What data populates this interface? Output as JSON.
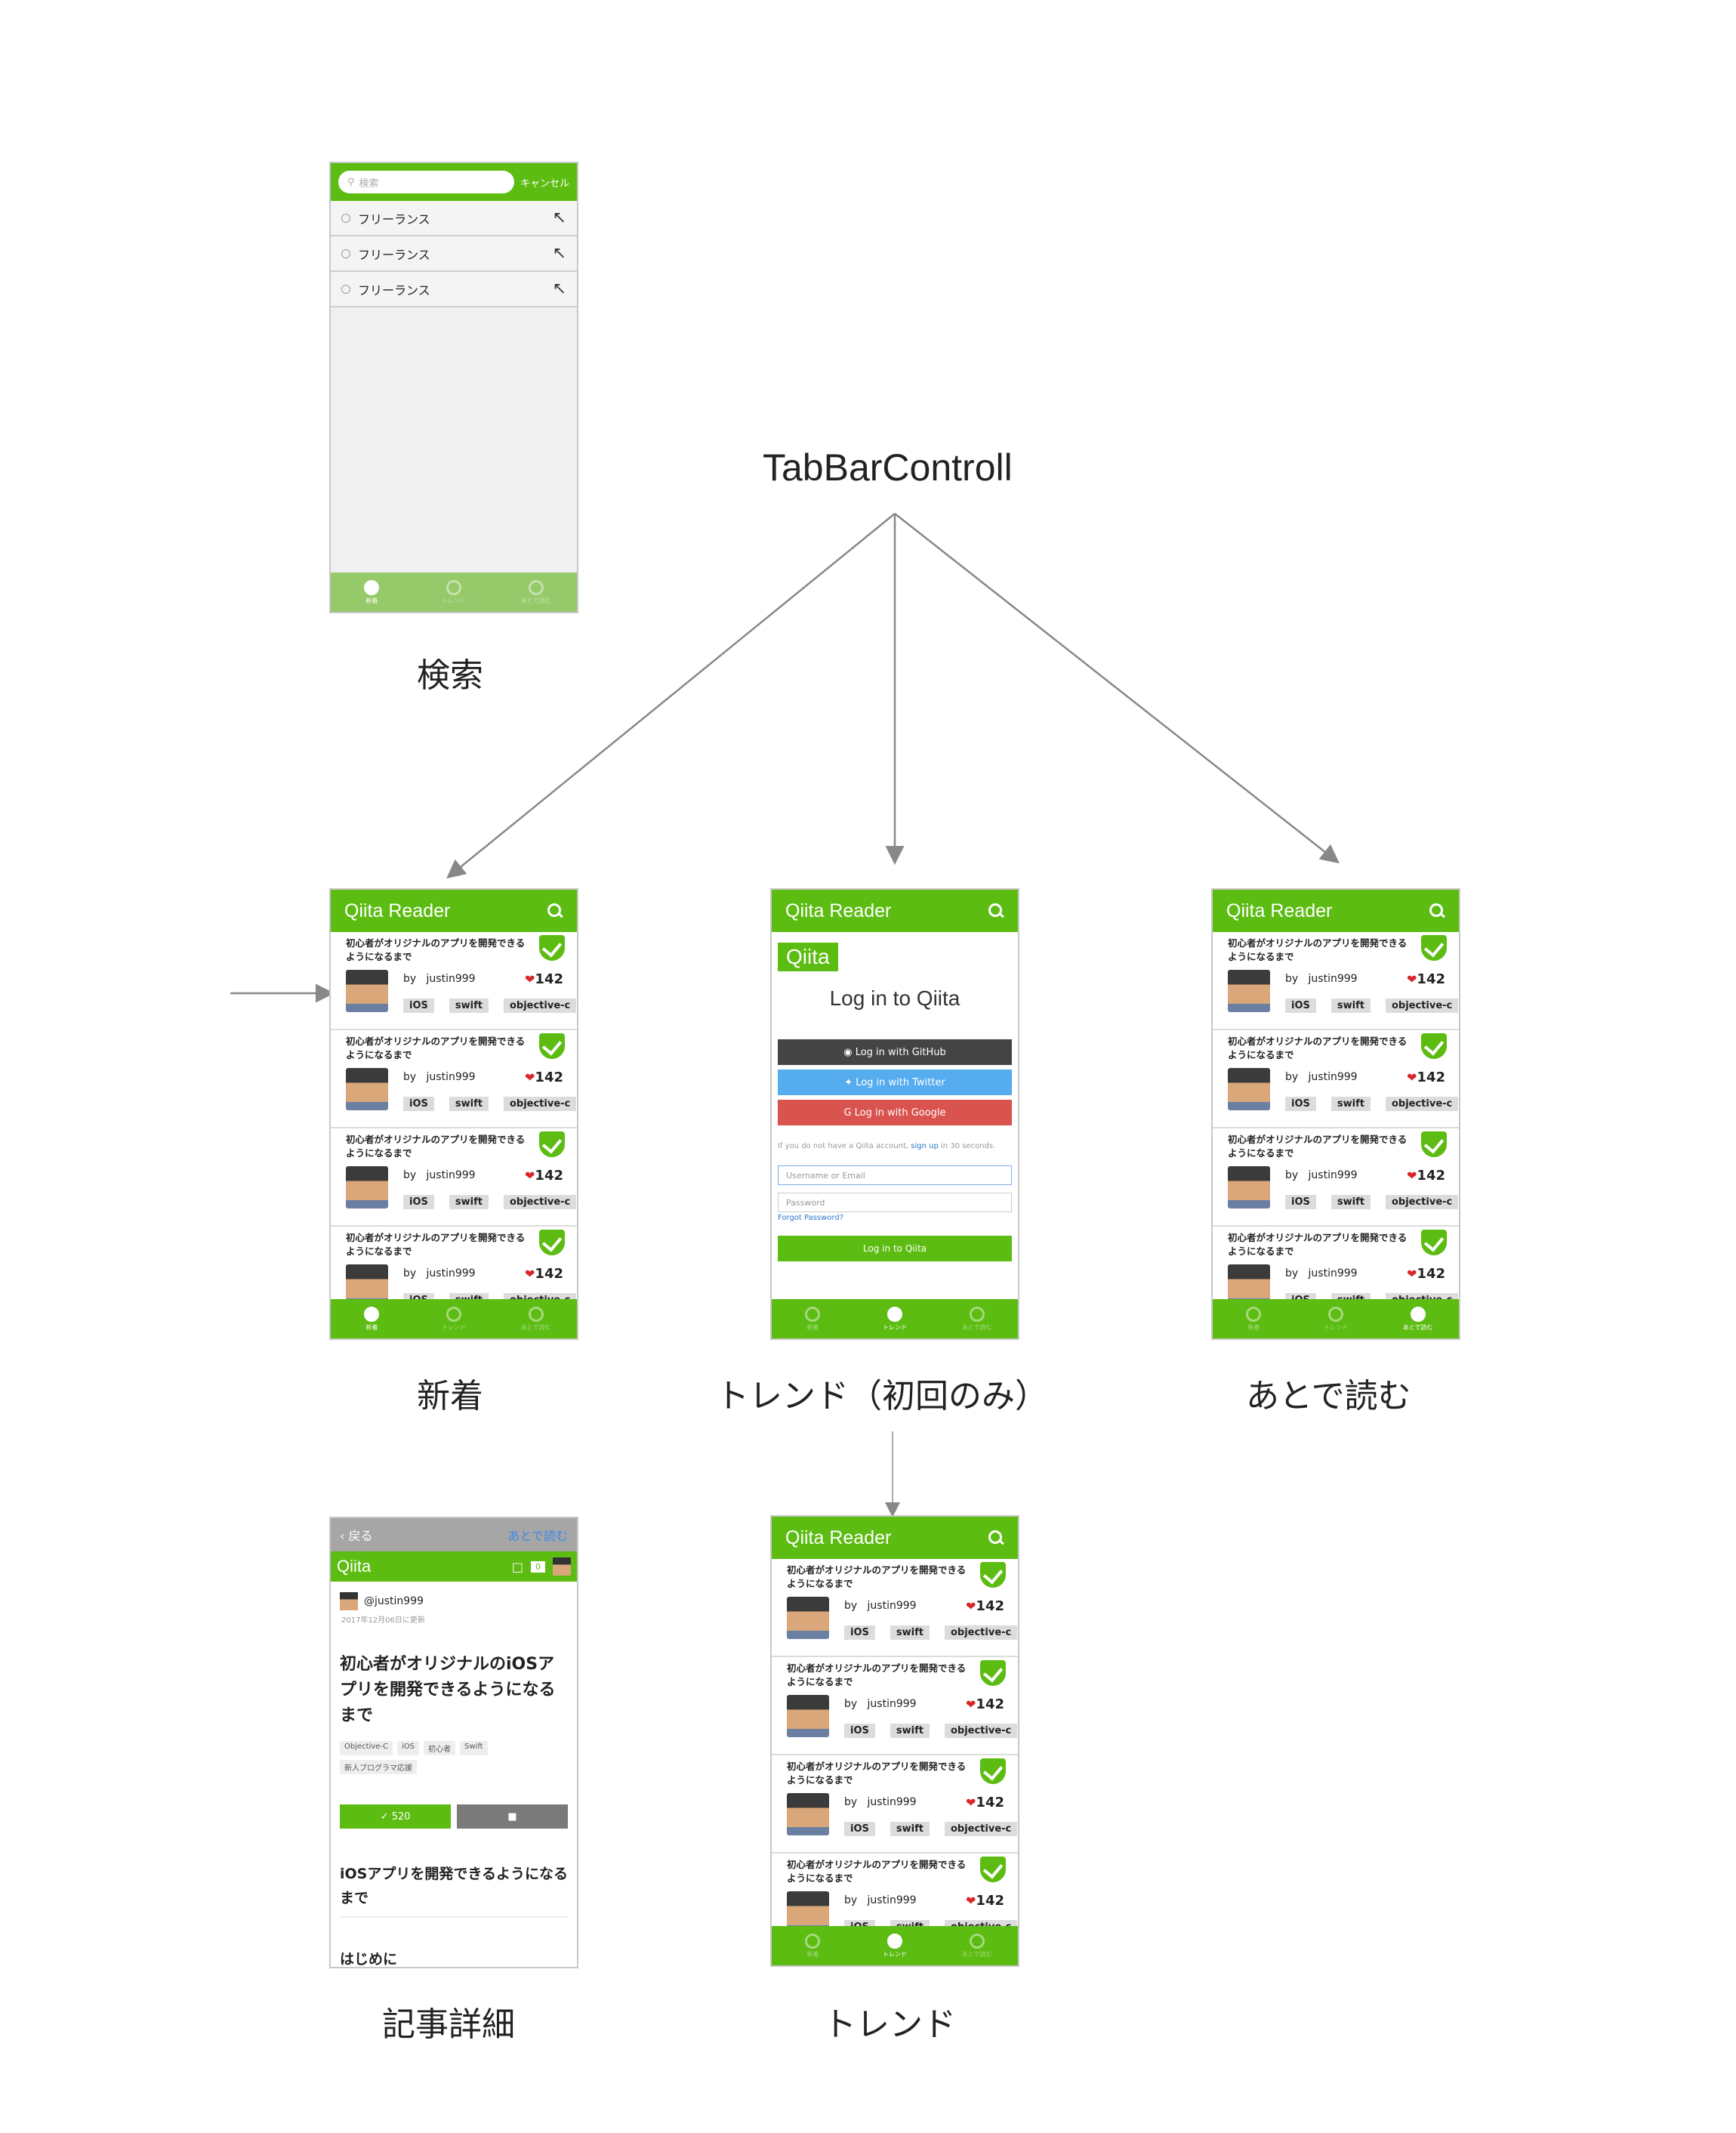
{
  "diagram": {
    "root_label": "TabBarControll",
    "captions": {
      "search": "検索",
      "new": "新着",
      "trend_first": "トレンド（初回のみ）",
      "read_later": "あとで読む",
      "article_detail": "記事詳細",
      "trend": "トレンド"
    }
  },
  "colors": {
    "qiita_green": "#5cbc12",
    "like_red": "#d8262b",
    "github": "#444444",
    "twitter": "#55acee",
    "google": "#d9534f",
    "link_blue": "#2a77c9"
  },
  "app": {
    "title": "Qiita Reader",
    "search_icon": "search-icon",
    "tabs": [
      {
        "label": "新着",
        "icon": "exclamation-icon"
      },
      {
        "label": "トレンド",
        "icon": "trend-icon"
      },
      {
        "label": "あとで読む",
        "icon": "clock-icon"
      }
    ]
  },
  "article_card": {
    "title": "初心者がオリジナルのアプリを開発できるようになるまで",
    "by": "by",
    "user": "justin999",
    "likes": "142",
    "tags": [
      "iOS",
      "swift",
      "objective-c"
    ]
  },
  "search_screen": {
    "placeholder": "検索",
    "cancel": "キャンセル",
    "history": [
      "フリーランス",
      "フリーランス",
      "フリーランス"
    ]
  },
  "login_screen": {
    "logo": "Qiita",
    "title": "Log in to Qiita",
    "github": "Log in with GitHub",
    "twitter": "Log in with Twitter",
    "google": "Log in with Google",
    "note_prefix": "If you do not have a Qiita account,",
    "note_link": "sign up",
    "note_suffix": "in 30 seconds.",
    "username_placeholder": "Username or Email",
    "password_placeholder": "Password",
    "forgot": "Forgot Password?",
    "submit": "Log in to Qiita"
  },
  "article_screen": {
    "back": "戻る",
    "read_later": "あとで読む",
    "logo": "Qiita",
    "badge": "0",
    "user": "@justin999",
    "date": "2017年12月06日に更新",
    "title": "初心者がオリジナルのiOSアプリを開発できるようになるまで",
    "tags": [
      "Objective-C",
      "iOS",
      "初心者",
      "Swift",
      "新人プログラマ応援"
    ],
    "likes": "520",
    "heading": "iOSアプリを開発できるようになるまで",
    "heading2": "はじめに"
  }
}
